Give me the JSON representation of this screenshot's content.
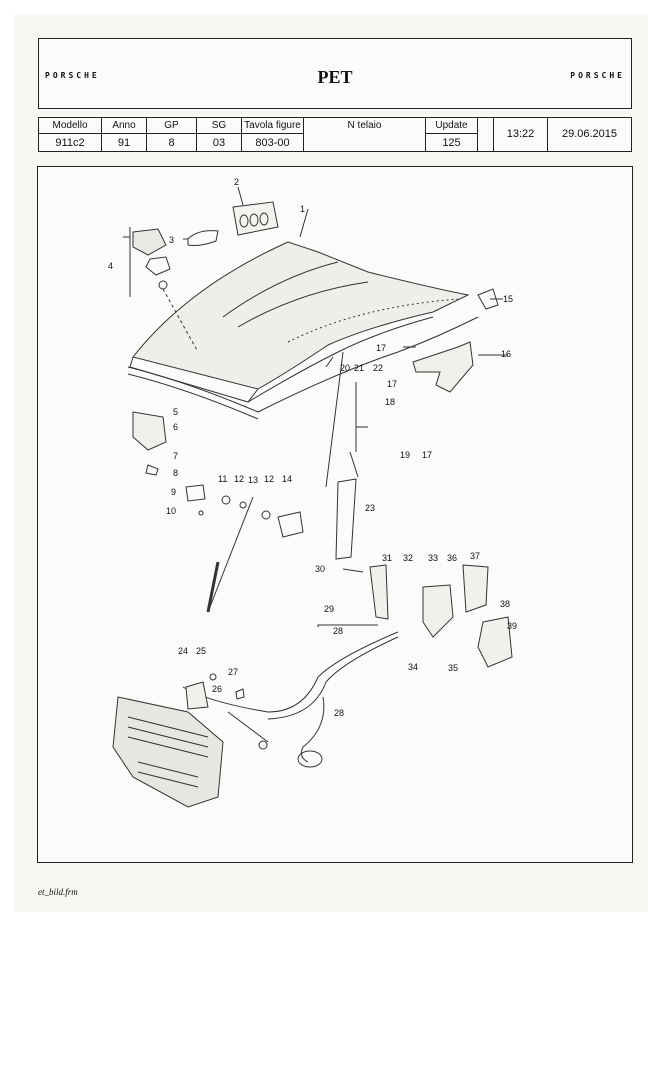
{
  "header": {
    "brand_left": "PORSCHE",
    "title": "PET",
    "brand_right": "PORSCHE"
  },
  "info": {
    "model": {
      "label": "Modello",
      "value": "911c2"
    },
    "year": {
      "label": "Anno",
      "value": "91"
    },
    "gp": {
      "label": "GP",
      "value": "8"
    },
    "sg": {
      "label": "SG",
      "value": "03"
    },
    "figure": {
      "label": "Tavola figure",
      "value": "803-00"
    },
    "chassis": {
      "label": "N  telaio",
      "value": ""
    },
    "update": {
      "label": "Update",
      "value": "125"
    },
    "time": "13:22",
    "date": "29.06.2015"
  },
  "diagram": {
    "part_labels": [
      "1",
      "2",
      "3",
      "4",
      "5",
      "6",
      "7",
      "8",
      "9",
      "10",
      "11",
      "12",
      "13",
      "12",
      "14",
      "15",
      "16",
      "17",
      "17",
      "17",
      "18",
      "19",
      "20",
      "21",
      "22",
      "23",
      "24",
      "25",
      "26",
      "27",
      "28",
      "28",
      "29",
      "30",
      "31",
      "32",
      "33",
      "34",
      "35",
      "36",
      "37",
      "38",
      "39"
    ]
  },
  "footer": {
    "file_name": "et_bild.frm"
  }
}
